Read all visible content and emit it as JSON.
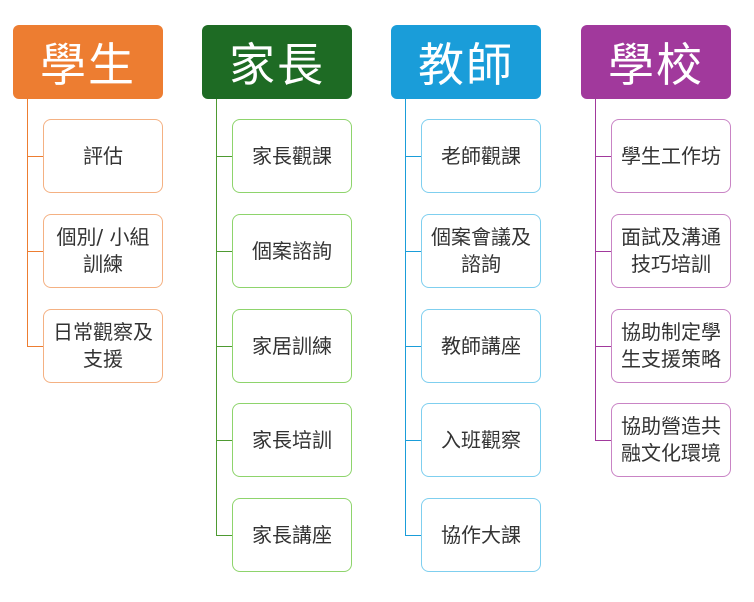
{
  "columns": [
    {
      "title": "學生",
      "color": "#ED7D31",
      "border": "#F4B183",
      "items": [
        "評估",
        "個別/ 小組訓練",
        "日常觀察及支援"
      ]
    },
    {
      "title": "家長",
      "color": "#1E6B24",
      "border": "#8ED46C",
      "items": [
        "家長觀課",
        "個案諮詢",
        "家居訓練",
        "家長培訓",
        "家長講座"
      ]
    },
    {
      "title": "教師",
      "color": "#1A9DD9",
      "border": "#7FCFEF",
      "items": [
        "老師觀課",
        "個案會議及諮詢",
        "教師講座",
        "入班觀察",
        "協作大課"
      ]
    },
    {
      "title": "學校",
      "color": "#A1399C",
      "border": "#C984C5",
      "items": [
        "學生工作坊",
        "面試及溝通技巧培訓",
        "協助制定學生支援策略",
        "協助營造共融文化環境"
      ]
    }
  ]
}
